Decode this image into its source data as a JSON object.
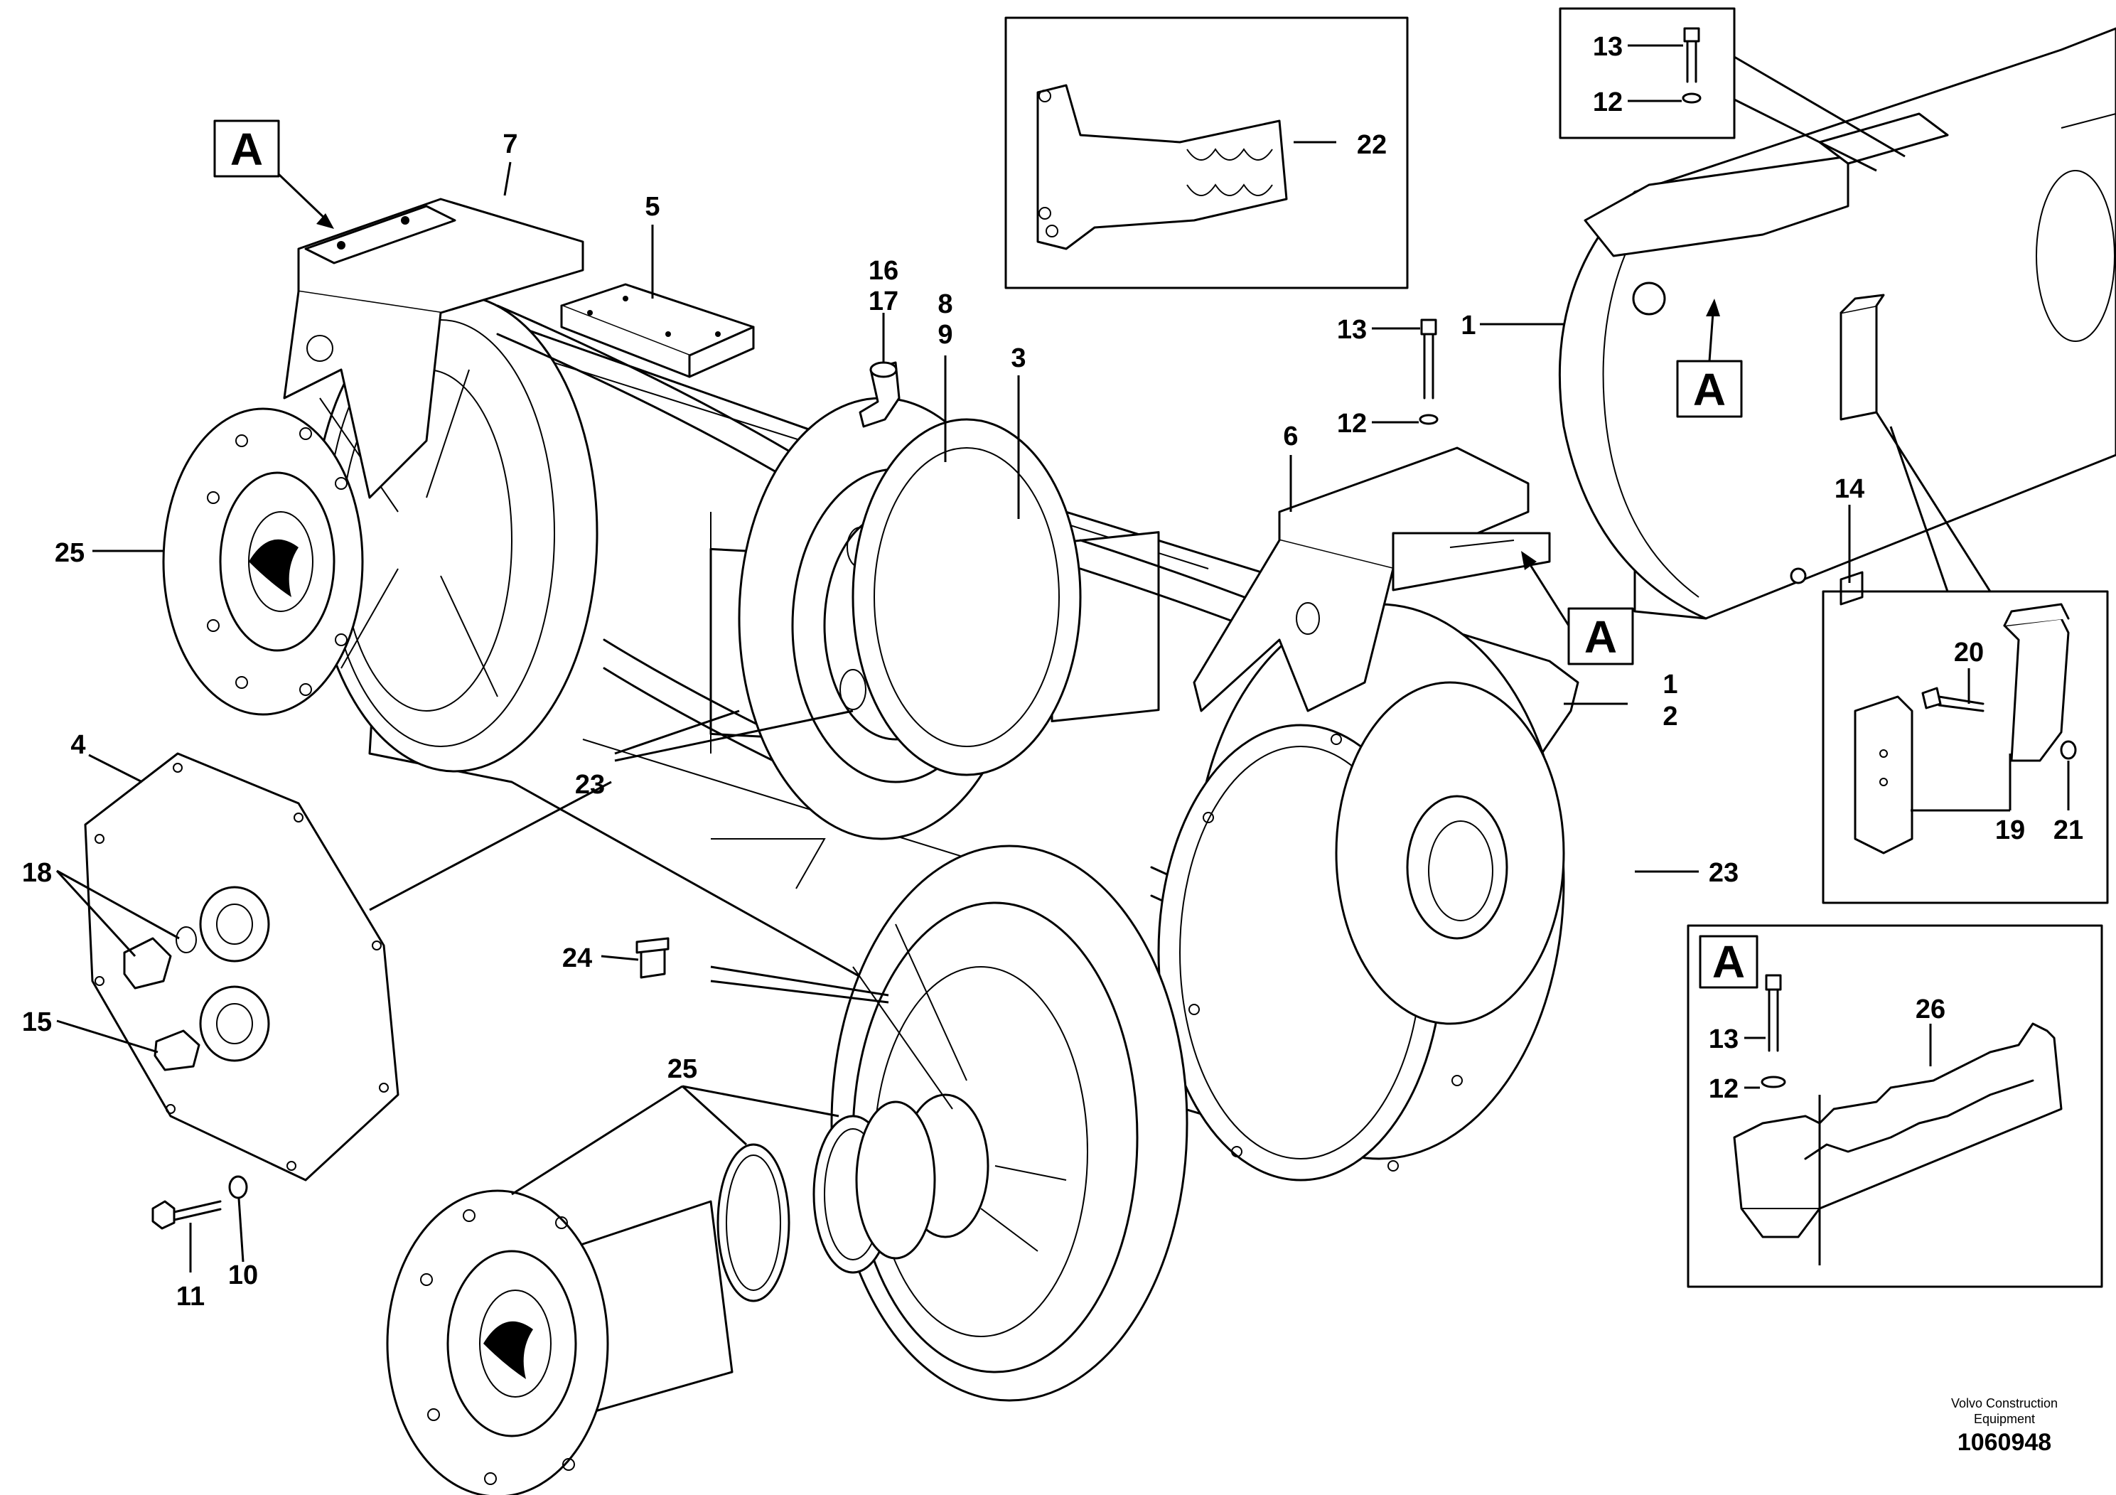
{
  "labels": {
    "l1a": "1",
    "l1b": "1",
    "l2": "2",
    "l3": "3",
    "l4": "4",
    "l5": "5",
    "l6": "6",
    "l7": "7",
    "l8": "8",
    "l9": "9",
    "l10": "10",
    "l11": "11",
    "l12a": "12",
    "l12b": "12",
    "l12c": "12",
    "l13a": "13",
    "l13b": "13",
    "l13c": "13",
    "l14": "14",
    "l15": "15",
    "l16": "16",
    "l17": "17",
    "l18": "18",
    "l19": "19",
    "l20": "20",
    "l21": "21",
    "l22": "22",
    "l23a": "23",
    "l23b": "23",
    "l24": "24",
    "l25a": "25",
    "l25b": "25",
    "l26": "26"
  },
  "view_markers": {
    "a1": "A",
    "a2": "A",
    "a3": "A",
    "a4": "A"
  },
  "footer": {
    "company_line1": "Volvo Construction",
    "company_line2": "Equipment",
    "doc_number": "1060948"
  }
}
